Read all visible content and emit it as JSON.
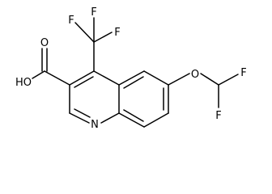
{
  "molecule": {
    "labels": {
      "f_top_left": "F",
      "f_top_mid": "F",
      "f_top_right": "F",
      "hydroxyl": "HO",
      "carbonyl_o": "O",
      "ring_n": "N",
      "ether_o": "O",
      "f_right_upper": "F",
      "f_right_lower": "F"
    }
  }
}
